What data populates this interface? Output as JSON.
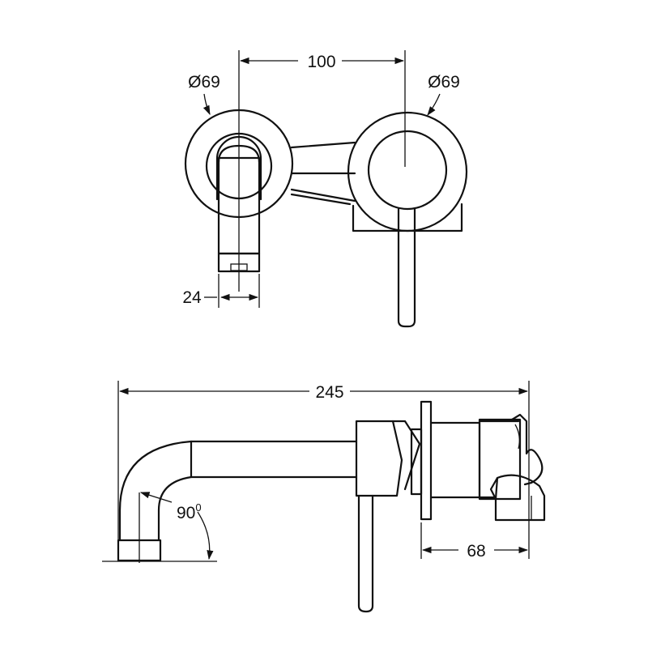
{
  "front_view": {
    "left_diameter": "Ø69",
    "right_diameter": "Ø69",
    "centers_distance": "100",
    "spout_width": "24"
  },
  "side_view": {
    "overall_length": "245",
    "angle": "90",
    "angle_unit": "0",
    "projection": "68"
  }
}
